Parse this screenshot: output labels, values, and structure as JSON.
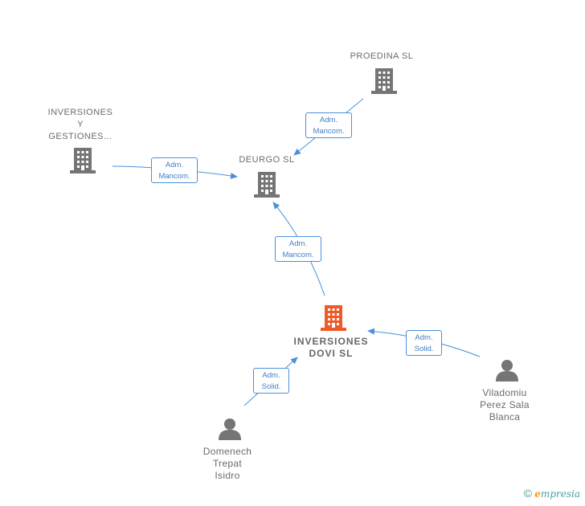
{
  "nodes": {
    "proedina": "PROEDINA  SL",
    "inversiones_gestiones": "INVERSIONES\nY\nGESTIONES...",
    "deurgo": "DEURGO  SL",
    "inversiones_dovi": "INVERSIONES\nDOVI  SL",
    "viladomiu": "Viladomiu\nPerez Sala\nBlanca",
    "domenech": "Domenech\nTrepat\nIsidro"
  },
  "edges": {
    "proedina_deurgo": "Adm.\nMancom.",
    "inversiones_deurgo": "Adm.\nMancom.",
    "dovi_deurgo": "Adm.\nMancom.",
    "viladomiu_dovi": "Adm.\nSolid.",
    "domenech_dovi": "Adm.\nSolid."
  },
  "footer": {
    "copyright": "©",
    "brand_initial": "e",
    "brand_rest": "mpresia"
  },
  "colors": {
    "company": "#757575",
    "focus_company": "#f05a28",
    "person": "#757575",
    "edge": "#4a90d9"
  }
}
